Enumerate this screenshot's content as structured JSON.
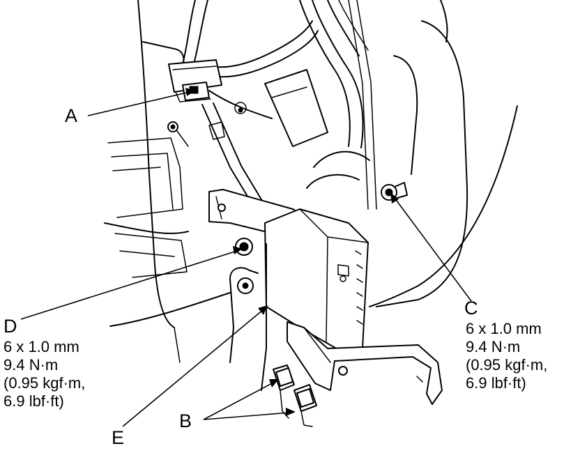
{
  "callouts": {
    "a": "A",
    "b": "B",
    "c": "C",
    "d": "D",
    "e": "E"
  },
  "spec_c": {
    "size": "6 x 1.0 mm",
    "torque_nm": "9.4 N·m",
    "torque_kgf": "(0.95 kgf·m,",
    "torque_lbf": "6.9 lbf·ft)"
  },
  "spec_d": {
    "size": "6 x 1.0 mm",
    "torque_nm": "9.4 N·m",
    "torque_kgf": "(0.95 kgf·m,",
    "torque_lbf": "6.9 lbf·ft)"
  },
  "colors": {
    "ink": "#000000",
    "paper": "#ffffff"
  }
}
